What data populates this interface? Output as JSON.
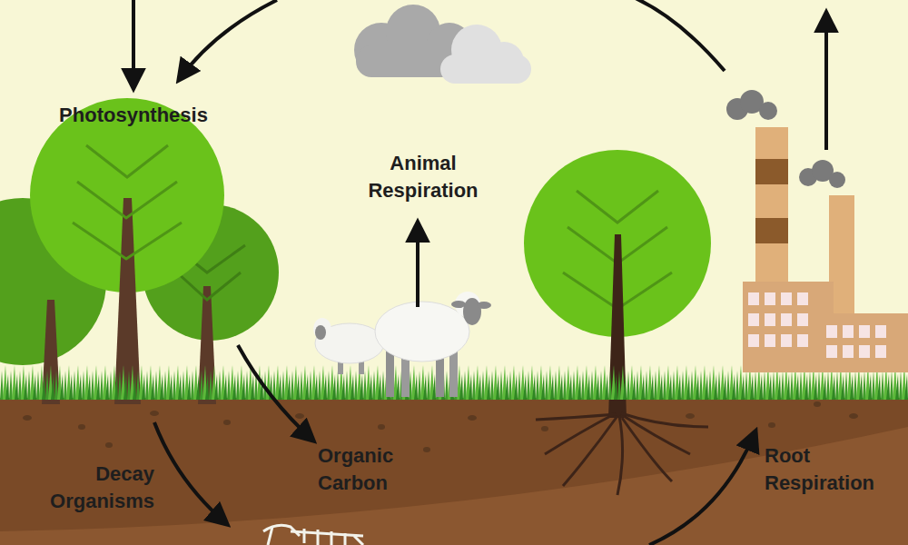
{
  "diagram": {
    "labels": [
      "Photosynthesis",
      "Animal Respiration",
      "Organic Carbon",
      "Decay Organisms",
      "Root Respiration"
    ]
  }
}
